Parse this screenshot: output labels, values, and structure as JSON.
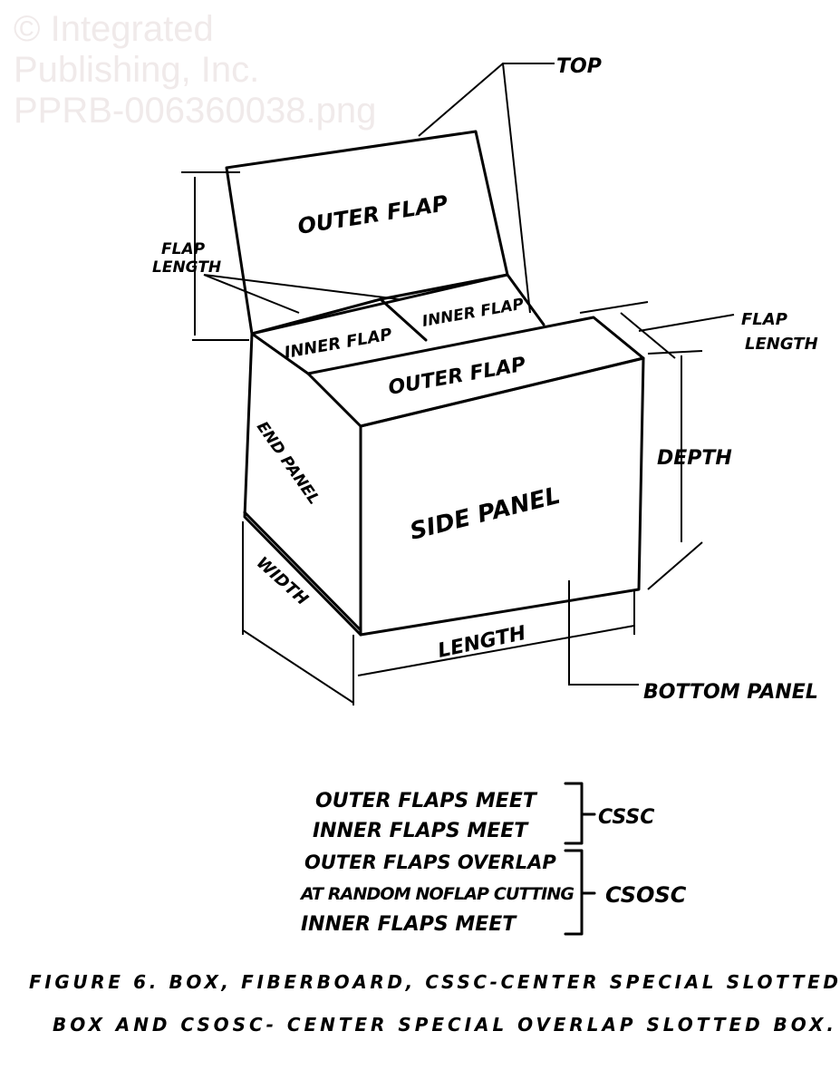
{
  "diagram": {
    "labels": {
      "top": "TOP",
      "outer_flap_top": "OUTER FLAP",
      "flap_length_left_1": "FLAP",
      "flap_length_left_2": "LENGTH",
      "inner_flap_left": "INNER FLAP",
      "inner_flap_right": "INNER FLAP",
      "outer_flap_front": "OUTER FLAP",
      "flap_length_right_1": "FLAP",
      "flap_length_right_2": "LENGTH",
      "depth": "DEPTH",
      "end_panel": "END PANEL",
      "side_panel": "SIDE PANEL",
      "width": "WIDTH",
      "length": "LENGTH",
      "bottom_panel": "BOTTOM PANEL"
    },
    "legend": {
      "cssc_lines": [
        "OUTER FLAPS MEET",
        "INNER  FLAPS MEET"
      ],
      "cssc": "CSSC",
      "csosc_lines": [
        "OUTER FLAPS OVERLAP",
        "AT RANDOM NOFLAP CUTTING",
        "INNER FLAPS MEET"
      ],
      "csosc": "CSOSC"
    },
    "caption": {
      "line1": "FIGURE 6. BOX, FIBERBOARD, CSSC-CENTER SPECIAL SLOTTED",
      "line2": "BOX AND CSOSC- CENTER SPECIAL OVERLAP SLOTTED BOX."
    },
    "watermark": {
      "line1": "© Integrated",
      "line2": "Publishing, Inc.",
      "line3": "PPRB-006360038.png"
    }
  }
}
